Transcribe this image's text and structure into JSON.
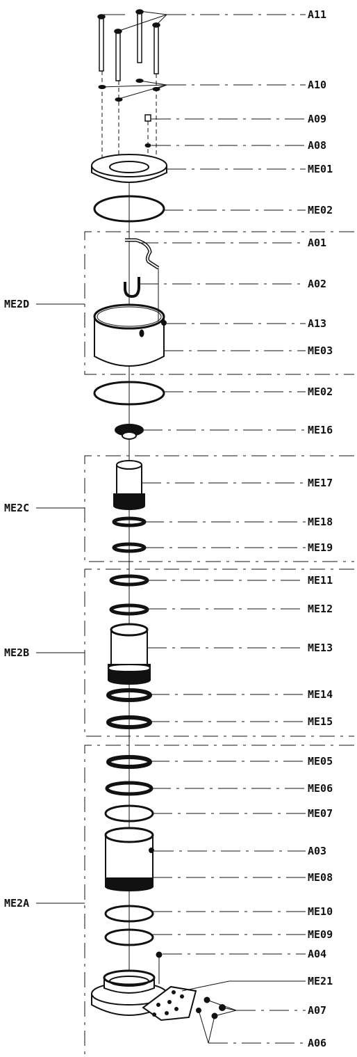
{
  "title": "",
  "parts": [
    {
      "label": "A11"
    },
    {
      "label": "A10"
    },
    {
      "label": "A09"
    },
    {
      "label": "A08"
    },
    {
      "label": "ME01"
    },
    {
      "label": "ME02"
    },
    {
      "label": "A01"
    },
    {
      "label": "A02"
    },
    {
      "label": "A13"
    },
    {
      "label": "ME03"
    },
    {
      "label": "ME02"
    },
    {
      "label": "ME16"
    },
    {
      "label": "ME17"
    },
    {
      "label": "ME18"
    },
    {
      "label": "ME19"
    },
    {
      "label": "ME11"
    },
    {
      "label": "ME12"
    },
    {
      "label": "ME13"
    },
    {
      "label": "ME14"
    },
    {
      "label": "ME15"
    },
    {
      "label": "ME05"
    },
    {
      "label": "ME06"
    },
    {
      "label": "ME07"
    },
    {
      "label": "A03"
    },
    {
      "label": "ME08"
    },
    {
      "label": "ME10"
    },
    {
      "label": "ME09"
    },
    {
      "label": "A04"
    },
    {
      "label": "ME21"
    },
    {
      "label": "A07"
    },
    {
      "label": "A06"
    }
  ],
  "groups": [
    {
      "label": "ME2D"
    },
    {
      "label": "ME2C"
    },
    {
      "label": "ME2B"
    },
    {
      "label": "ME2A"
    }
  ],
  "colors": {
    "ink": "#111111",
    "paper": "#ffffff"
  }
}
